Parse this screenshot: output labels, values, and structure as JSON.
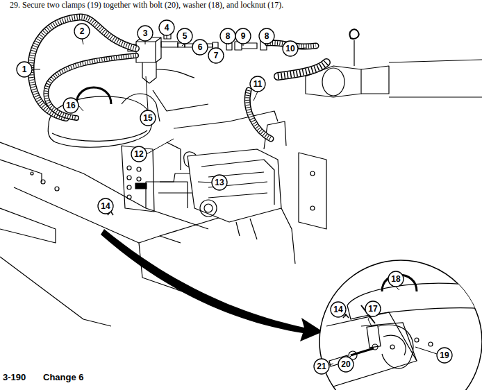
{
  "diagram": {
    "labels": [
      "29. Secure two clamps (19) together with bolt (20), washer (18), and locknut (17).",
      "1",
      "2",
      "3",
      "4",
      "5",
      "6",
      "7",
      "8",
      "9",
      "8",
      "10",
      "11",
      "12",
      "13",
      "14",
      "15",
      "16",
      "18",
      "14",
      "17",
      "19",
      "20",
      "21",
      "3-190",
      "Change 6"
    ]
  }
}
